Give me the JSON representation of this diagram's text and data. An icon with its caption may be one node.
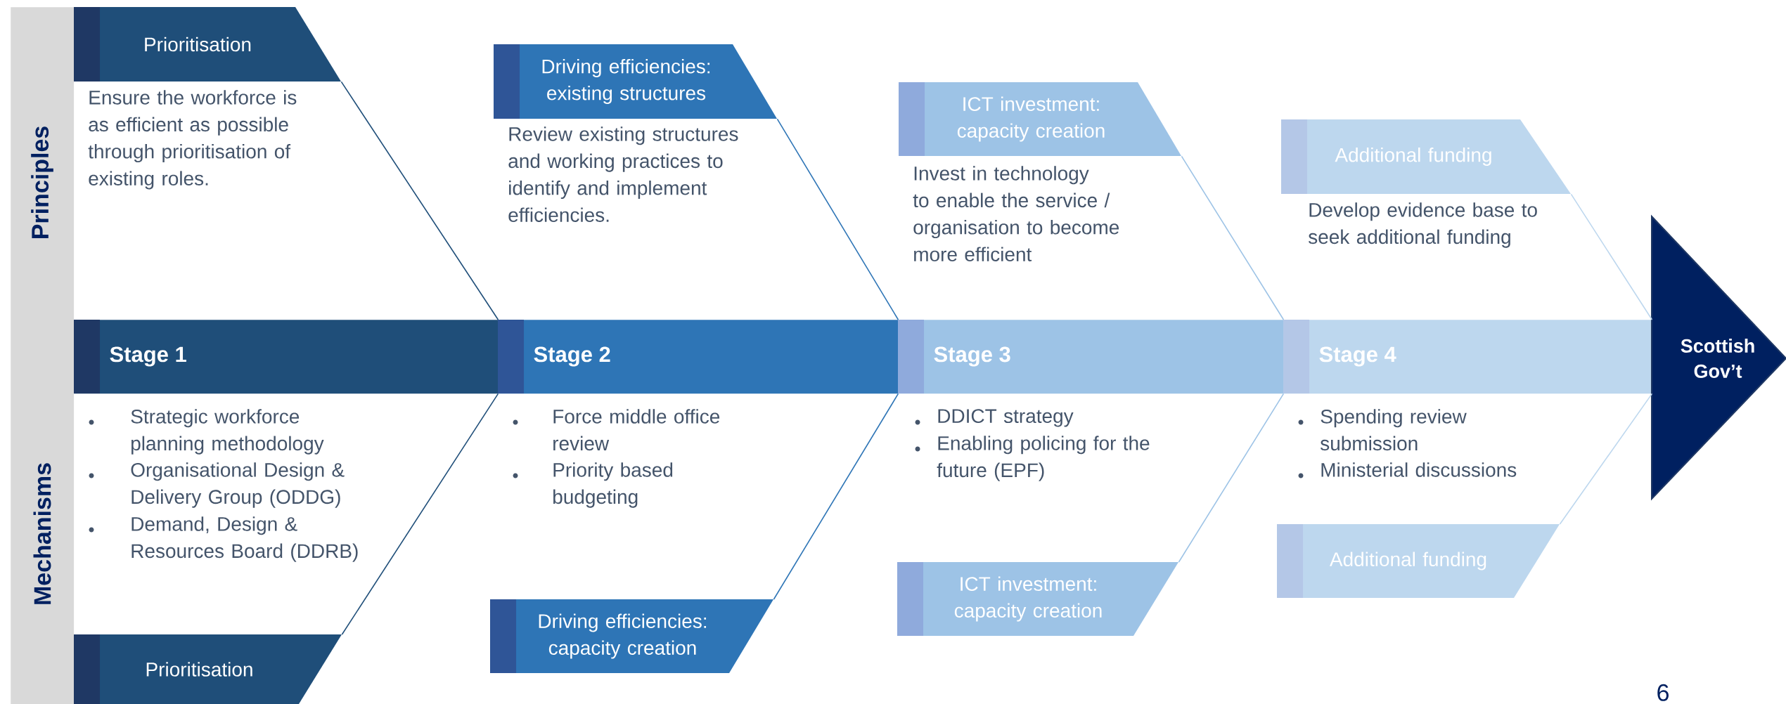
{
  "diagram": {
    "nodes": [
      {
        "text": [
          "Principles",
          "Mechanisms"
        ]
      },
      {
        "text": [
          "Prioritisation"
        ],
        "beside": [
          "Ensure the workforce is as efficient as possible through prioritisation of existing roles."
        ]
      },
      {
        "text": [
          "Driving efficiencies: existing structures"
        ],
        "beside": [
          "Review existing structures and working practices to identify and implement efficiencies."
        ]
      },
      {
        "text": [
          "ICT investment: capacity creation"
        ],
        "beside": [
          "Invest in technology to enable the service / organisation to become more efficient"
        ]
      },
      {
        "text": [
          "Additional funding"
        ],
        "beside": [
          "Develop evidence base to seek additional funding"
        ]
      },
      {
        "text": [
          "Stage 1"
        ],
        "beside": [
          "Strategic workforce planning  methodology",
          "Organisational Design & Delivery Group (ODDG)",
          "Demand, Design & Resources Board (DDRB)"
        ]
      },
      {
        "text": [
          "Stage 2"
        ],
        "beside": [
          "Force middle office review",
          "Priority based budgeting"
        ]
      },
      {
        "text": [
          "Stage 3"
        ],
        "beside": [
          "DDICT strategy",
          "Enabling policing for the future (EPF)"
        ]
      },
      {
        "text": [
          "Stage 4"
        ],
        "beside": [
          "Spending review submission",
          "Ministerial discussions"
        ]
      },
      {
        "text": [
          "Prioritisation"
        ]
      },
      {
        "text": [
          "Driving efficiencies: capacity creation"
        ]
      },
      {
        "text": [
          "ICT investment: capacity creation"
        ]
      },
      {
        "text": [
          "Additional funding"
        ]
      },
      {
        "text": [
          "Scottish Gov’t"
        ]
      }
    ],
    "edges": [
      {
        "from": 1,
        "to": 5,
        "arrow": "none",
        "color": "#1f4e79"
      },
      {
        "from": 2,
        "to": 6,
        "arrow": "none",
        "color": "#2e75b6"
      },
      {
        "from": 3,
        "to": 7,
        "arrow": "none",
        "color": "#9dc3e6"
      },
      {
        "from": 4,
        "to": 8,
        "arrow": "none",
        "color": "#bdd7ee"
      },
      {
        "from": 9,
        "to": 5,
        "arrow": "none",
        "color": "#1f4e79"
      },
      {
        "from": 10,
        "to": 6,
        "arrow": "none",
        "color": "#2e75b6"
      },
      {
        "from": 11,
        "to": 7,
        "arrow": "none",
        "color": "#9dc3e6"
      },
      {
        "from": 12,
        "to": 8,
        "arrow": "none",
        "color": "#bdd7ee"
      }
    ],
    "labels": [
      "6"
    ]
  }
}
